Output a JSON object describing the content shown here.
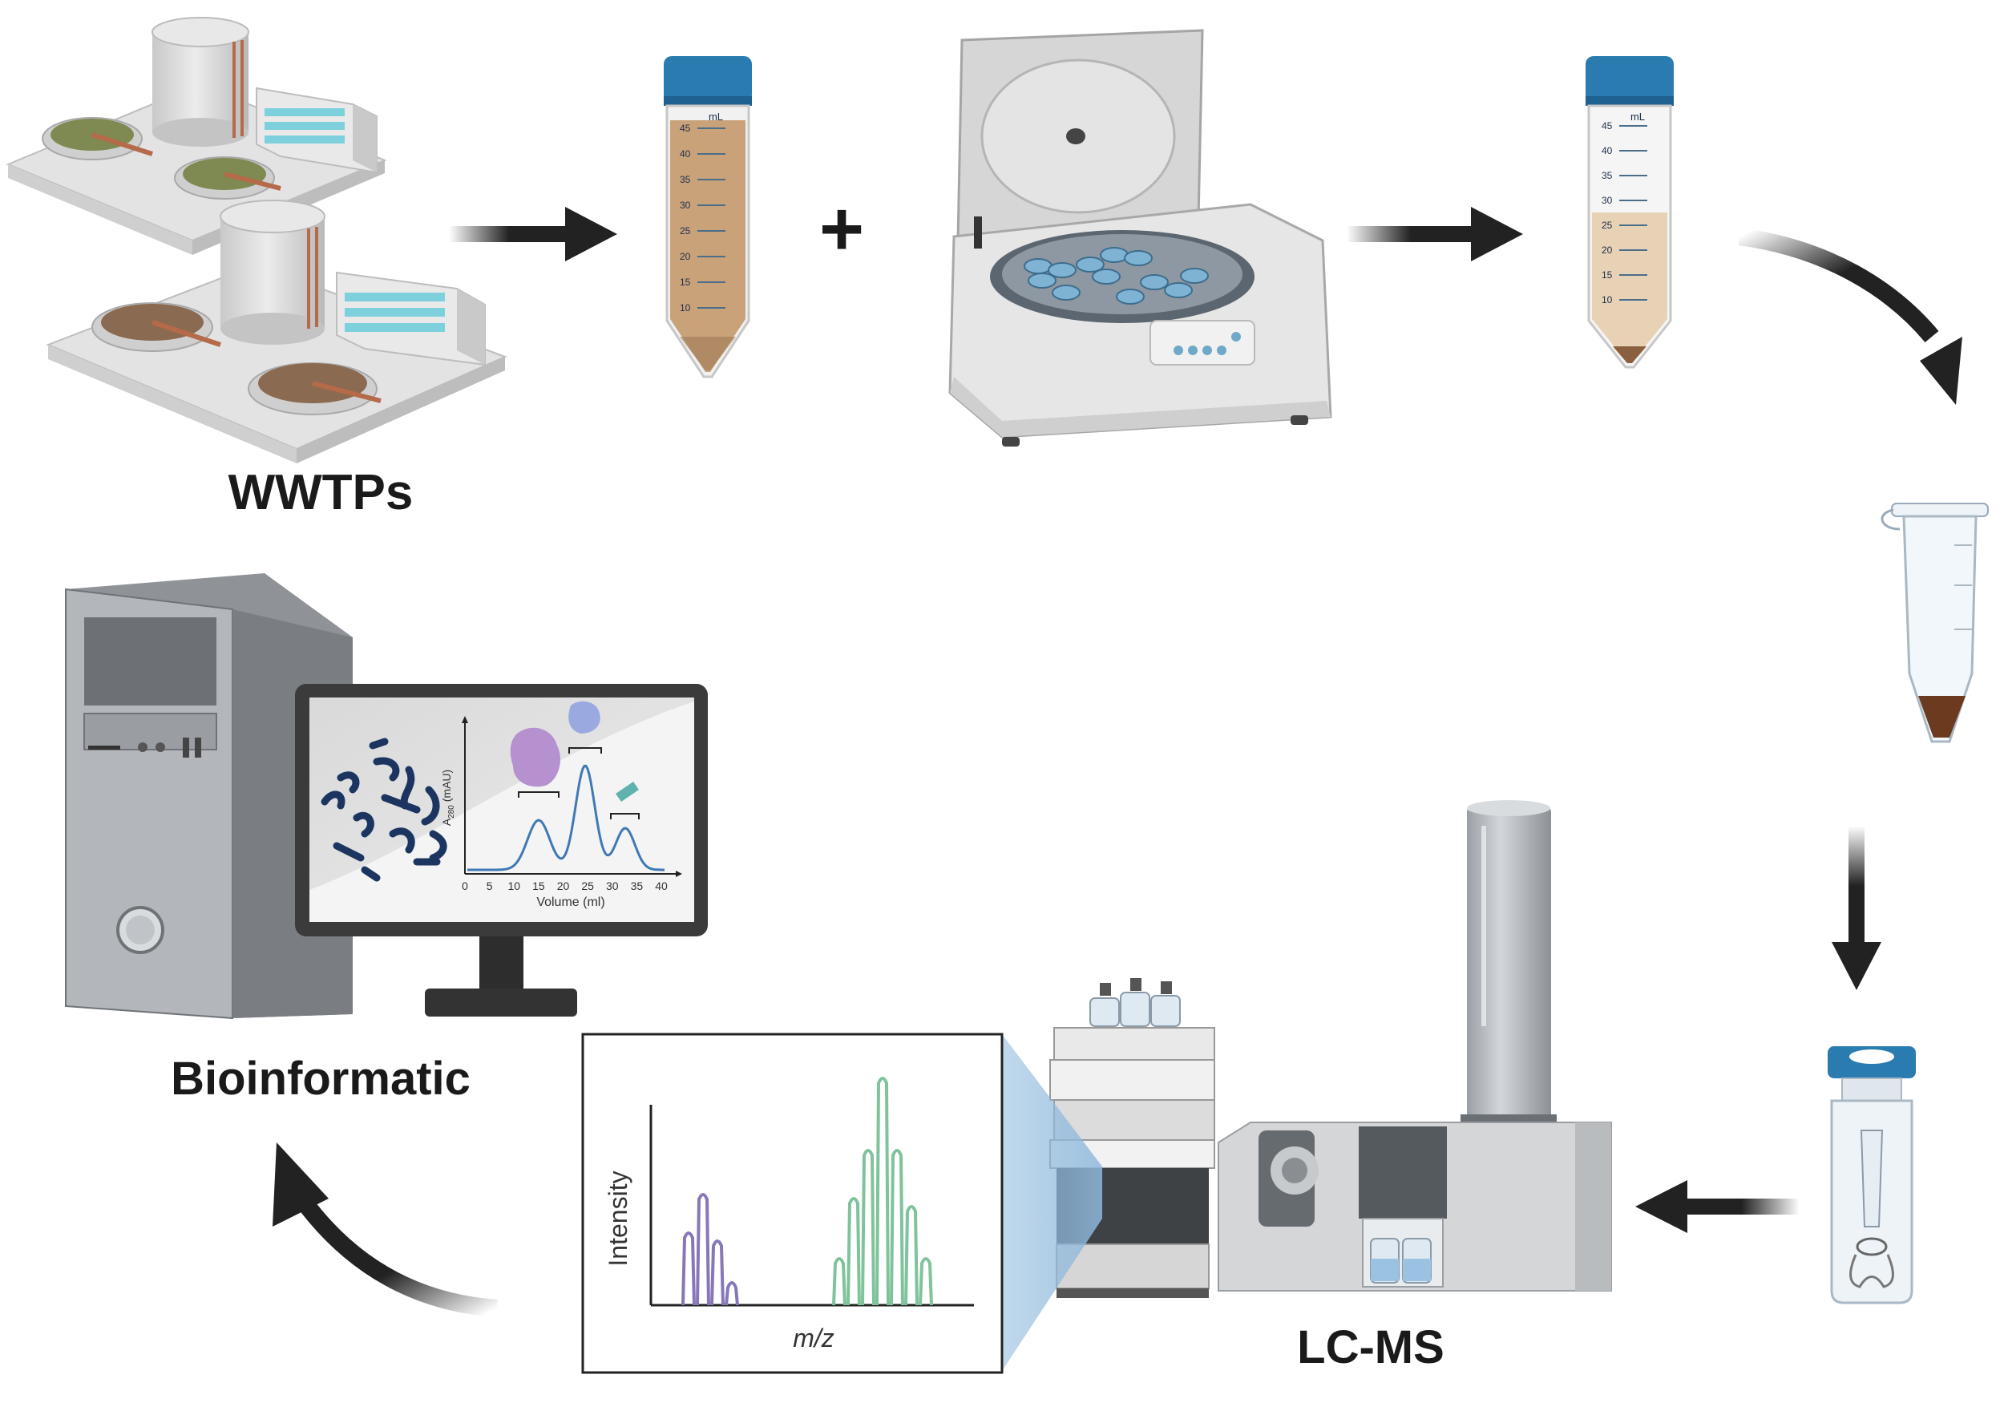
{
  "labels": {
    "wwtps": "WWTPs",
    "bioinformatic": "Bioinformatic",
    "lcms": "LC-MS",
    "plus": "+"
  },
  "falcon_tube": {
    "unit": "mL",
    "graduations": [
      "45",
      "40",
      "35",
      "30",
      "25",
      "20",
      "15",
      "10"
    ]
  },
  "monitor_chart": {
    "ylabel": "A280 (mAU)",
    "ylabel_main": "A",
    "ylabel_sub": "280",
    "ylabel_rest": " (mAU)",
    "xlabel": "Volume (ml)",
    "x_ticks": [
      "0",
      "5",
      "10",
      "15",
      "20",
      "25",
      "30",
      "35",
      "40"
    ]
  },
  "ms_chart": {
    "ylabel": "Intensity",
    "xlabel": "m/z"
  },
  "colors": {
    "arrow": "#222222",
    "cap_blue": "#2a7bb0",
    "sludge": "#c9a27a",
    "purple_peaks": "#8877b8",
    "green_peaks": "#7fc39b",
    "chart_line": "#3f79b5",
    "screen_dark": "#1c3560"
  },
  "steps": [
    "wastewater-treatment-plants",
    "sample-tube",
    "centrifuge",
    "centrifuged-tube",
    "microtube-pellet",
    "hplc-vial",
    "lc-ms-instrument",
    "mass-spectrum",
    "bioinformatics-computer"
  ]
}
